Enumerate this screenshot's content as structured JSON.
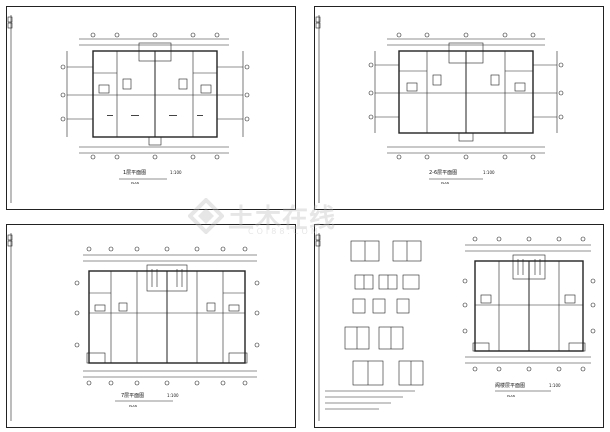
{
  "sheets": [
    {
      "id": "tl",
      "title": "1层平面图",
      "scale": "1:100",
      "sub": "PLAN"
    },
    {
      "id": "tr",
      "title": "2-6层平面图",
      "scale": "1:100",
      "sub": "PLAN"
    },
    {
      "id": "bl",
      "title": "7层平面图",
      "scale": "1:100",
      "sub": "PLAN"
    },
    {
      "id": "br",
      "title": "阁楼层平面图",
      "scale": "1:100",
      "sub": "PLAN"
    }
  ],
  "watermark": {
    "text": "土木在线",
    "sub": "COI88.COM"
  }
}
